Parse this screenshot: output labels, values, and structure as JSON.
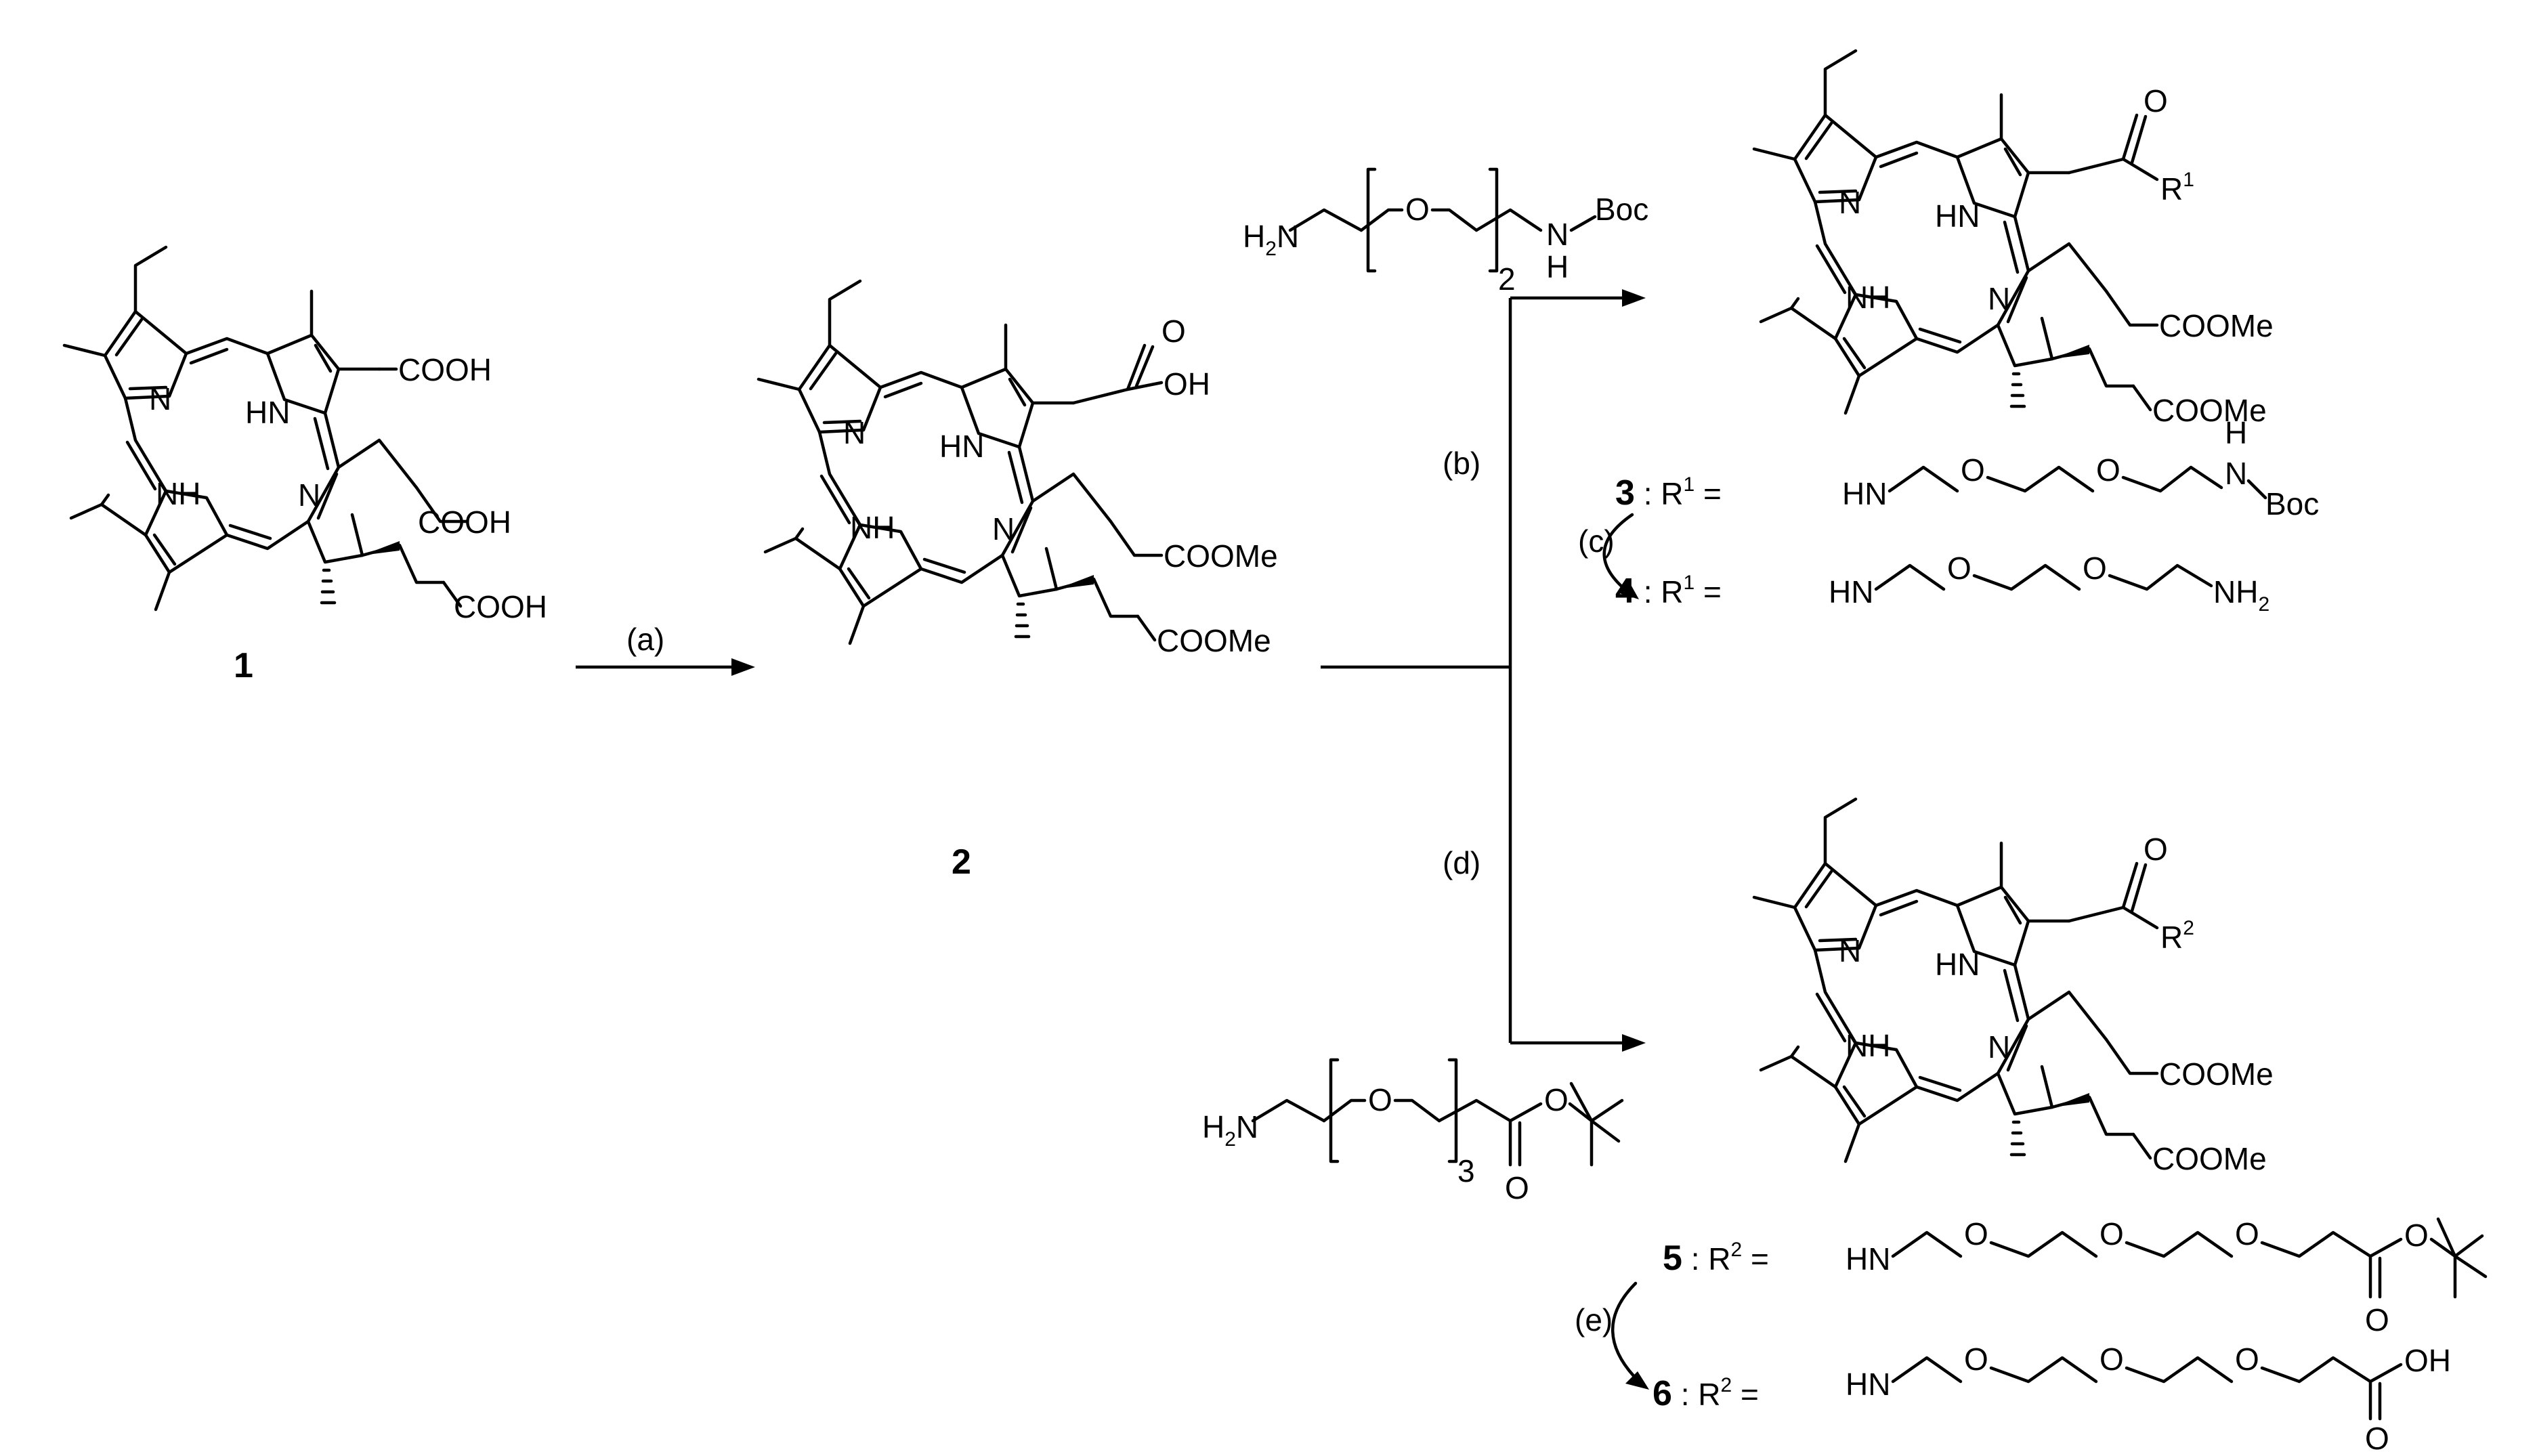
{
  "compounds": [
    {
      "number": "1",
      "side_chains": [
        "COOH",
        "COOH",
        "COOH"
      ]
    },
    {
      "number": "2",
      "side_chains": [
        "OH",
        "COOMe",
        "COOMe"
      ]
    },
    {
      "number": "3",
      "r_label": "R",
      "r_sup": "1",
      "side_chains": [
        "COOMe",
        "COOMe"
      ]
    },
    {
      "number": "5",
      "r_label": "R",
      "r_sup": "2",
      "side_chains": [
        "COOMe",
        "COOMe"
      ]
    }
  ],
  "ring_atoms": {
    "N": "N",
    "HN": "HN",
    "NH": "NH"
  },
  "steps": {
    "a": "(a)",
    "b": "(b)",
    "c": "(c)",
    "d": "(d)",
    "e": "(e)"
  },
  "reagent_b": {
    "h2n": "H",
    "h2n_sub": "2",
    "h2n_n": "N",
    "o": "O",
    "repeat": "2",
    "n": "N",
    "h": "H",
    "boc": "Boc"
  },
  "reagent_d": {
    "h2n": "H",
    "h2n_sub": "2",
    "h2n_n": "N",
    "o": "O",
    "repeat": "3",
    "o_carbonyl": "O",
    "o_ester": "O"
  },
  "substituents": [
    {
      "number": "3",
      "prefix": " : R",
      "sup": "1",
      "eq": " =",
      "hn": "HN",
      "o1": "O",
      "o2": "O",
      "tail_h": "H",
      "tail_n": "N",
      "tail": "Boc"
    },
    {
      "number": "4",
      "prefix": " : R",
      "sup": "1",
      "eq": " =",
      "hn": "HN",
      "o1": "O",
      "o2": "O",
      "tail": "NH",
      "tail_sub": "2"
    },
    {
      "number": "5",
      "prefix": "  : R",
      "sup": "2",
      "eq": " =",
      "hn": "HN",
      "o1": "O",
      "o2": "O",
      "o3": "O",
      "o_carbonyl": "O",
      "o_ester": "O"
    },
    {
      "number": "6",
      "prefix": " : R",
      "sup": "2",
      "eq": " =",
      "hn": "HN",
      "o1": "O",
      "o2": "O",
      "o3": "O",
      "o_carbonyl": "O",
      "oh": "OH"
    }
  ]
}
